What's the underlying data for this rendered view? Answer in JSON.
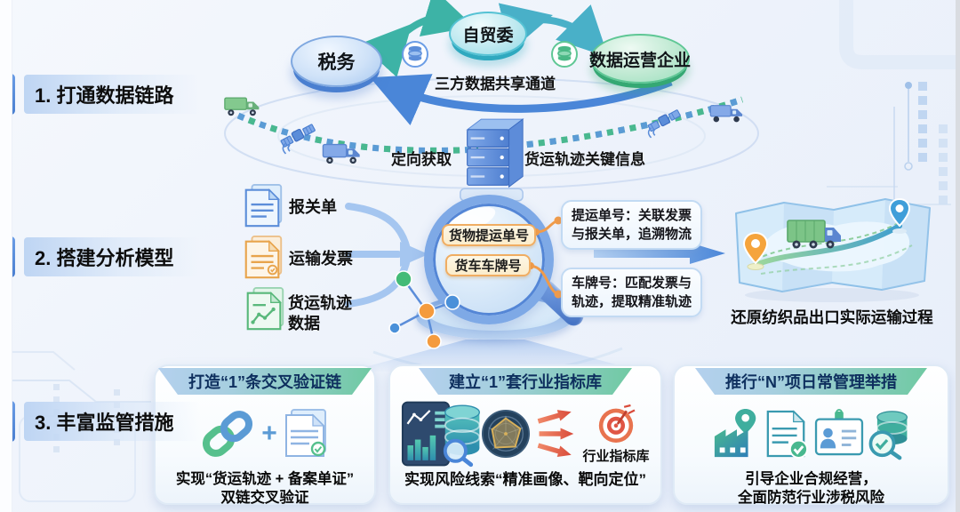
{
  "sections": [
    {
      "label": "1. 打通数据链路"
    },
    {
      "label": "2. 搭建分析模型"
    },
    {
      "label": "3. 丰富监管措施"
    }
  ],
  "top": {
    "nodes": [
      {
        "label": "税务"
      },
      {
        "label": "自贸委"
      },
      {
        "label": "数据运营企业"
      }
    ],
    "channel_label": "三方数据共享通道",
    "acquire_label": "定向获取",
    "track_label": "货运轨迹关键信息"
  },
  "model": {
    "docs": [
      {
        "label": "报关单"
      },
      {
        "label": "运输发票"
      },
      {
        "label": "货运轨迹",
        "label2": "数据"
      }
    ],
    "tags": [
      {
        "label": "货物提运单号"
      },
      {
        "label": "货车车牌号"
      }
    ],
    "callouts": [
      {
        "line1": "提运单号：关联发票",
        "line2": "与报关单，追溯物流"
      },
      {
        "line1": "车牌号：匹配发票与",
        "line2": "轨迹，提取精准轨迹"
      }
    ],
    "map_caption": "还原纺织品出口实际运输过程"
  },
  "cards": [
    {
      "header": "打造“1”条交叉验证链",
      "plus": "+",
      "caption1": "实现“货运轨迹 + 备案单证”",
      "caption2": "双链交叉验证"
    },
    {
      "header": "建立“1”套行业指标库",
      "target_label": "行业指标库",
      "caption1": "实现风险线索“精准画像、靶向定位”"
    },
    {
      "header": "推行“N”项日常管理举措",
      "caption1": "引导企业合规经营，",
      "caption2": "全面防范行业涉税风险"
    }
  ],
  "colors": {
    "accent_blue": "#4a86d8",
    "teal": "#3db3a6",
    "green": "#55c08b",
    "orange": "#f09b4a",
    "red": "#d94b3a"
  }
}
